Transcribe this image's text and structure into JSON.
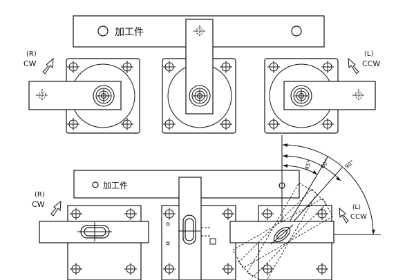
{
  "workpiece_label": "加工件",
  "left_rotation": {
    "side": "(R)",
    "dir": "CW"
  },
  "right_rotation": {
    "side": "(L)",
    "dir": "CCW"
  },
  "angles": [
    "45°",
    "60°",
    "90°"
  ]
}
